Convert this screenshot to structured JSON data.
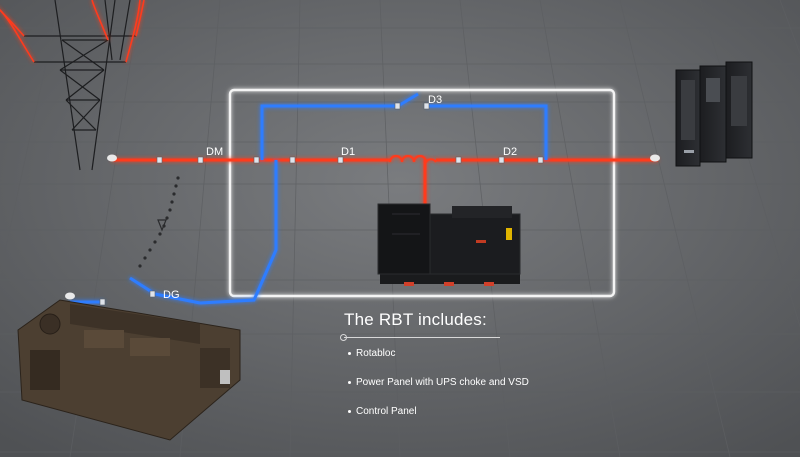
{
  "labels": {
    "dm": "DM",
    "d1": "D1",
    "d2": "D2",
    "d3": "D3",
    "dg": "DG"
  },
  "caption": {
    "title": "The RBT includes:",
    "items": [
      "Rotabloc",
      "Power Panel with UPS choke and VSD",
      "Control Panel"
    ]
  },
  "colors": {
    "floor": "#6b6d70",
    "red_line": "#ff3b1f",
    "blue_line": "#2f7dff",
    "boundary": "#f4f4f4"
  },
  "icons": [
    "transmission-tower-icon",
    "diesel-generator-icon",
    "rotabloc-unit-icon",
    "server-rack-icon",
    "choke-coil-icon"
  ]
}
